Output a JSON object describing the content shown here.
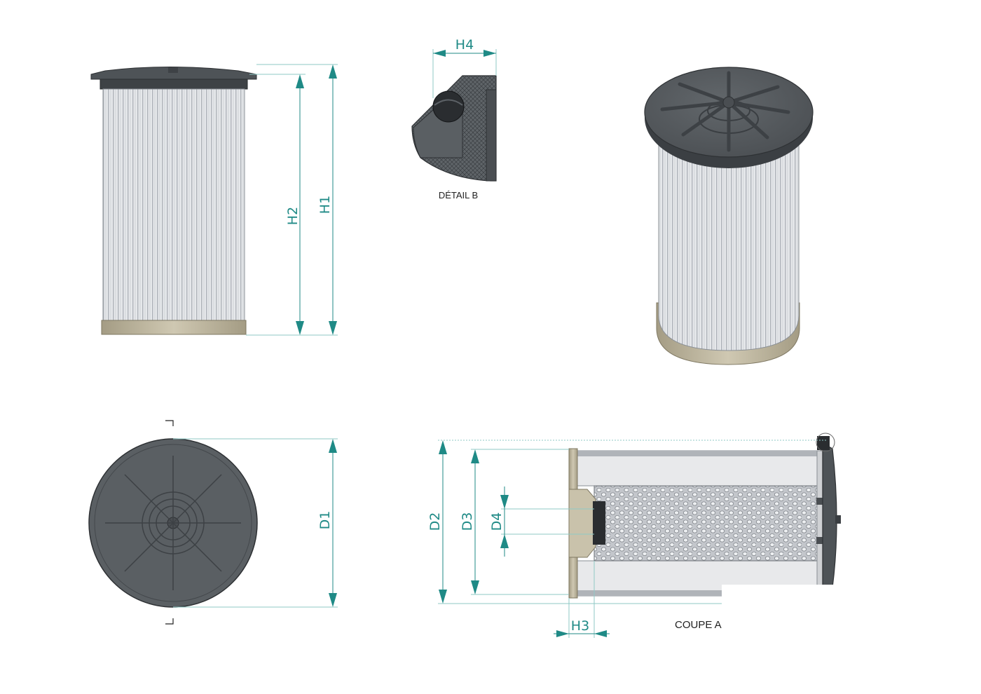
{
  "colors": {
    "dimension": "#1f8a86",
    "ext_line": "#8fc9c6",
    "plastic": "#555a5e",
    "plastic_dark": "#3b3f43",
    "pleat_light": "#e3e5e8",
    "pleat_dark": "#b8bcc2",
    "bottom_cap": "#bab39d",
    "section_grey": "#e6e7e9"
  },
  "dimensions": {
    "h1": "H1",
    "h2": "H2",
    "h3": "H3",
    "h4": "H4",
    "d1": "D1",
    "d2": "D2",
    "d3": "D3",
    "d4": "D4"
  },
  "labels": {
    "detail_b": "DÉTAIL B",
    "section_a": "COUPE A"
  },
  "icons": {
    "side": "filter-side-view-icon",
    "top": "filter-top-view-icon",
    "iso": "filter-isometric-view-icon",
    "section": "filter-section-view-icon",
    "detail": "seal-detail-icon"
  }
}
